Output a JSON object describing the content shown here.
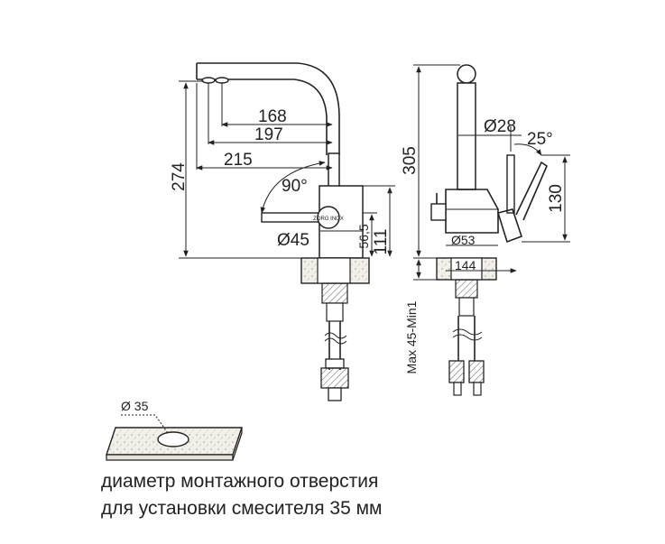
{
  "side_view": {
    "dims": {
      "reach_168": "168",
      "reach_197": "197",
      "reach_215": "215",
      "height_274": "274",
      "angle_90": "90°",
      "diam_45": "Ø45",
      "h_56_5": "56,5",
      "h_111": "111"
    },
    "brand_mark": "ZORG INOX"
  },
  "front_view": {
    "dims": {
      "height_305": "305",
      "diam_28": "Ø28",
      "angle_25": "25°",
      "h_130": "130",
      "diam_53": "Ø53",
      "w_144": "144",
      "max_45": "Max 45-Min1"
    }
  },
  "hole_detail": {
    "diam_35": "Ø 35"
  },
  "caption": {
    "line1": "диаметр монтажного отверстия",
    "line2": "для установки смесителя 35 мм"
  }
}
